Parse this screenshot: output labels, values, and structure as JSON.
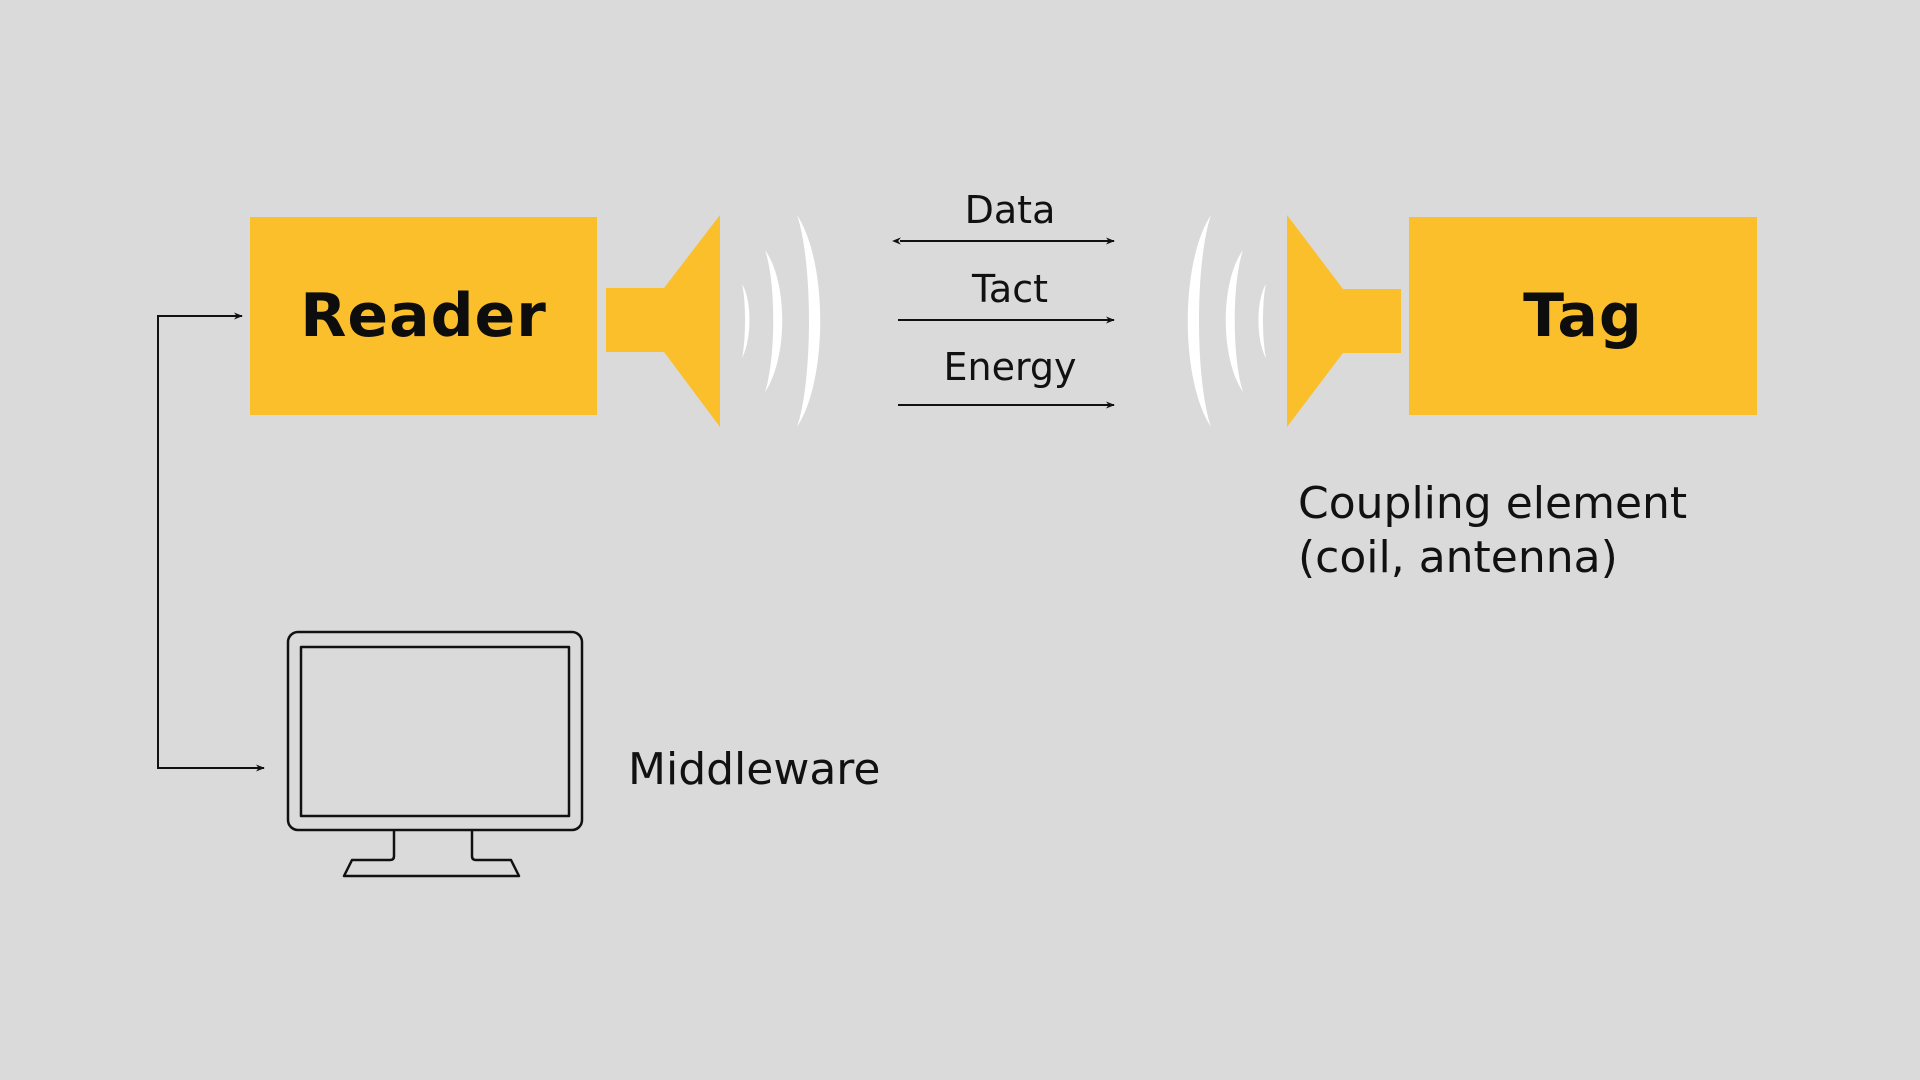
{
  "reader": {
    "label": "Reader"
  },
  "tag": {
    "label": "Tag"
  },
  "signals": [
    {
      "label": "Data",
      "direction": "bidirectional"
    },
    {
      "label": "Tact",
      "direction": "right"
    },
    {
      "label": "Energy",
      "direction": "right"
    }
  ],
  "coupling_element": {
    "line1": "Coupling element",
    "line2": "(coil, antenna)"
  },
  "middleware": {
    "label": "Middleware"
  },
  "colors": {
    "background": "#dadada",
    "accent": "#fbbf2c",
    "line": "#111111",
    "wave": "#ffffff"
  },
  "icons": {
    "reader_antenna": "speaker-antenna-icon",
    "tag_antenna": "speaker-antenna-icon",
    "computer": "monitor-icon"
  }
}
